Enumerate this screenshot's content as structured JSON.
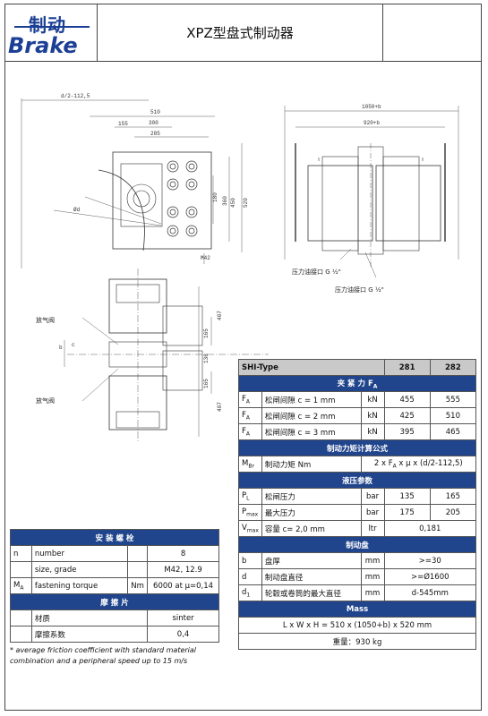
{
  "header": {
    "logo_cn": "制动",
    "logo_en": "Brake",
    "title": "XPZ型盘式制动器"
  },
  "drawing": {
    "dims_left": [
      "d/2-112,5",
      "510",
      "300",
      "155",
      "285",
      "180",
      "360",
      "450",
      "520",
      "Ød",
      "M42"
    ],
    "dims_right": [
      "1050+b",
      "920+b"
    ],
    "labels": {
      "oil_port_1": "压力油接口 G ½\"",
      "oil_port_2": "压力油接口 G ½\"",
      "vent_1": "放气阀",
      "vent_2": "放气阀"
    },
    "dims_side": [
      "407",
      "165",
      "136",
      "165",
      "407",
      "b",
      "c"
    ]
  },
  "spec_table": {
    "header": [
      "SHI-Type",
      "281",
      "282"
    ],
    "section_clamp": "夹 紧 力 F",
    "section_clamp_sub": "A",
    "clamp_rows": [
      {
        "sym": "F",
        "sub": "A",
        "desc": "松闸间隙   c = 1 mm",
        "unit": "kN",
        "v1": "455",
        "v2": "555"
      },
      {
        "sym": "F",
        "sub": "A",
        "desc": "松闸间隙   c = 2 mm",
        "unit": "kN",
        "v1": "425",
        "v2": "510"
      },
      {
        "sym": "F",
        "sub": "A",
        "desc": "松闸间隙   c = 3 mm",
        "unit": "kN",
        "v1": "395",
        "v2": "465"
      }
    ],
    "section_torque": "制动力矩计算公式",
    "torque_row": {
      "sym": "M",
      "sub": "Br",
      "desc": "制动力矩  Nm",
      "formula": "2 x F",
      "formula_sub": "A",
      "formula_rest": " x μ x (d/2-112,5)"
    },
    "section_hydraulic": "液压参数",
    "hydraulic_rows": [
      {
        "sym": "P",
        "sub": "L",
        "desc": "松闸压力",
        "unit": "bar",
        "v1": "135",
        "v2": "165"
      },
      {
        "sym": "P",
        "sub": "max",
        "desc": "最大压力",
        "unit": "bar",
        "v1": "175",
        "v2": "205"
      }
    ],
    "volume_row": {
      "sym": "V",
      "sub": "max",
      "desc": "容量  c= 2,0 mm",
      "unit": "ltr",
      "value": "0,181"
    },
    "section_disc": "制动盘",
    "disc_rows": [
      {
        "sym": "b",
        "desc": "盘厚",
        "unit": "mm",
        "value": ">=30"
      },
      {
        "sym": "d",
        "desc": "制动盘直径",
        "unit": "mm",
        "value": ">=Ø1600"
      },
      {
        "sym": "d",
        "sub": "1",
        "desc": "轮毂或卷筒的最大直径",
        "unit": "mm",
        "value": "d-545mm"
      }
    ],
    "section_mass": "Mass",
    "mass_dims": "L x W x H = 510 x (1050+b) x 520 mm",
    "mass_weight": "重量：930 kg"
  },
  "bolt_table": {
    "section_bolts": "安  装  螺  栓",
    "rows": [
      {
        "sym": "n",
        "desc": "number",
        "unit": "",
        "value": "8"
      },
      {
        "sym": "",
        "desc": "size, grade",
        "unit": "",
        "value": "M42, 12.9"
      },
      {
        "sym": "M",
        "sub": "A",
        "desc": "fastening torque",
        "unit": "Nm",
        "value": "6000 at μ=0,14"
      }
    ],
    "section_pad": "摩  擦  片",
    "pad_rows": [
      {
        "desc": "材质",
        "value": "sinter"
      },
      {
        "desc": "摩擦系数",
        "value": "0,4"
      }
    ]
  },
  "note": "* average friction coefficient with standard material combination and a peripheral speed up to 15 m/s",
  "colors": {
    "header_blue": "#21458c",
    "type_grey": "#c9c9c9",
    "logo_blue": "#1b3f94"
  }
}
